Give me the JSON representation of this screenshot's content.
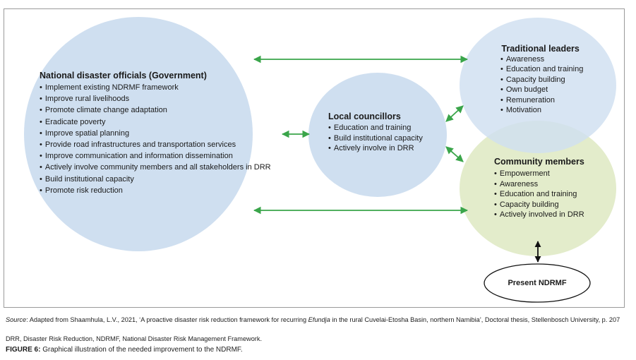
{
  "colors": {
    "government_fill": "#cfdff0",
    "local_fill": "#cfdff0",
    "traditional_fill": "#cfdff0",
    "community_fill": "#e3eccb",
    "arrow_green": "#3aa54a",
    "arrow_black": "#111111",
    "frame_border": "#9a9a9a"
  },
  "government": {
    "title": "National disaster officials (Government)",
    "items": [
      "Implement existing NDRMF framework",
      "Improve rural livelihoods",
      "Promote climate change adaptation",
      "Eradicate poverty",
      "Improve spatial planning",
      "Provide road infrastructures and transportation services",
      "Improve communication and information dissemination",
      "Actively involve community members and all stakeholders in DRR",
      "Build institutional capacity",
      "Promote risk reduction"
    ]
  },
  "local": {
    "title": "Local councillors",
    "items": [
      "Education and training",
      "Build institutional capacity",
      "Actively involve in DRR"
    ]
  },
  "traditional": {
    "title": "Traditional leaders",
    "items": [
      "Awareness",
      "Education and training",
      "Capacity building",
      "Own budget",
      "Remuneration",
      "Motivation"
    ]
  },
  "community": {
    "title": "Community members",
    "items": [
      "Empowerment",
      "Awareness",
      "Education and training",
      "Capacity building",
      "Actively involved in DRR"
    ]
  },
  "present_ndrmf": "Present NDRMF",
  "caption": {
    "source_label": "Source",
    "source_text_1": ": Adapted from Shaamhula, L.V., 2021, ‘A proactive disaster risk reduction framework for recurring ",
    "source_italic": "Efundja",
    "source_text_2": " in the rural Cuvelai-Etosha Basin, northern Namibia’, Doctoral thesis, Stellenbosch University, p. 207",
    "abbreviations": "DRR, Disaster Risk Reduction, NDRMF, National Disaster Risk Management Framework.",
    "figure_label": "FIGURE 6:",
    "figure_text": " Graphical illustration of the needed improvement to the NDRMF."
  }
}
